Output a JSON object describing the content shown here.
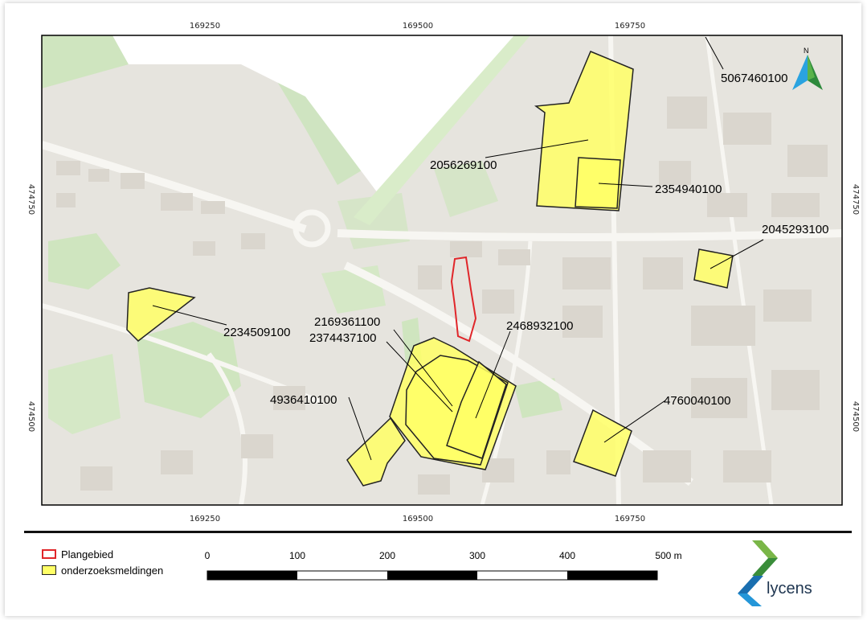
{
  "map": {
    "top_x_labels": [
      "169250",
      "169500",
      "169750"
    ],
    "bottom_x_labels": [
      "169250",
      "169500",
      "169750"
    ],
    "left_y_labels": [
      "474750",
      "474500"
    ],
    "right_y_labels": [
      "474750",
      "474500"
    ],
    "north_label": "N",
    "parcels": [
      "5067460100",
      "2056269100",
      "2354940100",
      "2045293100",
      "2234509100",
      "2169361100",
      "2374437100",
      "2468932100",
      "4936410100",
      "4760040100"
    ]
  },
  "legend": {
    "items": [
      {
        "label": "Plangebied",
        "color": "#e0262a"
      },
      {
        "label": "onderzoeksmeldingen",
        "color": "#ffff66"
      }
    ]
  },
  "scale_bar": {
    "labels": [
      "0",
      "100",
      "200",
      "300",
      "400",
      "500 m"
    ]
  },
  "logo": {
    "text": "lycens"
  },
  "colors": {
    "map_base": "#e6e4de",
    "green": "#c9e3b9",
    "parcel_fill": "#ffff66",
    "plangebied": "#e0262a"
  }
}
